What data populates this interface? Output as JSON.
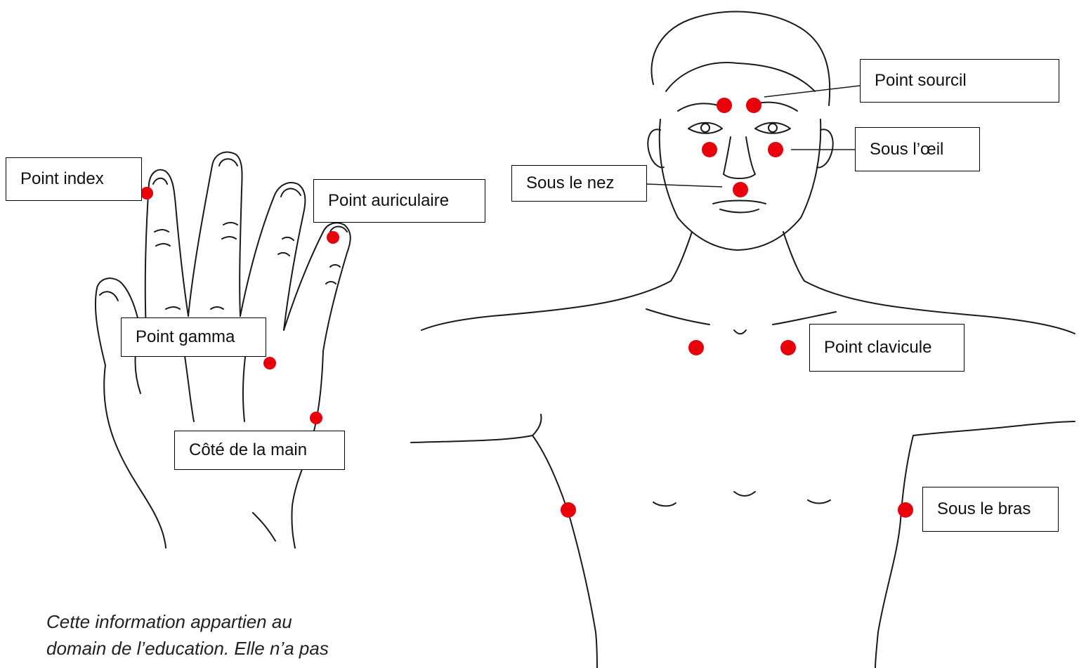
{
  "labels": {
    "point_index": "Point index",
    "point_auriculaire": "Point auriculaire",
    "point_gamma": "Point gamma",
    "cote_main": "Côté de la main",
    "point_sourcil": "Point sourcil",
    "sous_oeil": "Sous l’œil",
    "sous_nez": "Sous le nez",
    "point_clavicule": "Point clavicule",
    "sous_bras": "Sous le bras"
  },
  "note": {
    "line1": "Cette information appartien au",
    "line2": "domain de l’education. Elle n’a pas"
  },
  "colors": {
    "point": "#e8000b",
    "line": "#1a1a1a"
  }
}
